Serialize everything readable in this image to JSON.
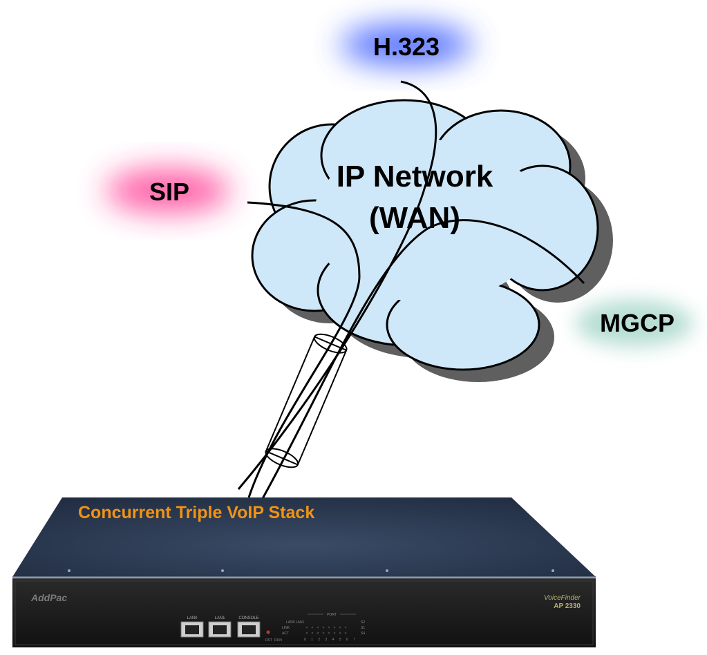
{
  "protocols": {
    "h323": "H.323",
    "sip": "SIP",
    "mgcp": "MGCP"
  },
  "network": {
    "line1": "IP Network",
    "line2": "(WAN)"
  },
  "device": {
    "stack_label": "Concurrent Triple VoIP Stack",
    "brand": "AddPac",
    "product_line": "VoiceFinder",
    "model": "AP 2330",
    "ports": {
      "lan0": "LAN0",
      "lan1": "LAN1",
      "console": "CONSOLE",
      "port_header": "PORT",
      "lan_group": "LAN0 LAN1",
      "link": "LINK",
      "act": "ACT",
      "rst": "RST",
      "run": "RUN",
      "s2": "S2",
      "s1": "S1",
      "s4": "S4",
      "port_numbers": "0 1 2 3 4 5 6 7"
    }
  },
  "colors": {
    "cloud_fill": "#cfe8f9",
    "cloud_shadow": "#5f5f5f",
    "h323_glow": "#3a5cff",
    "sip_glow": "#ff2a8a",
    "mgcp_glow": "#86c8b6",
    "stack_label": "#f29313",
    "chassis_top": "#2b3a52",
    "front_panel": "#1b1b1b"
  }
}
